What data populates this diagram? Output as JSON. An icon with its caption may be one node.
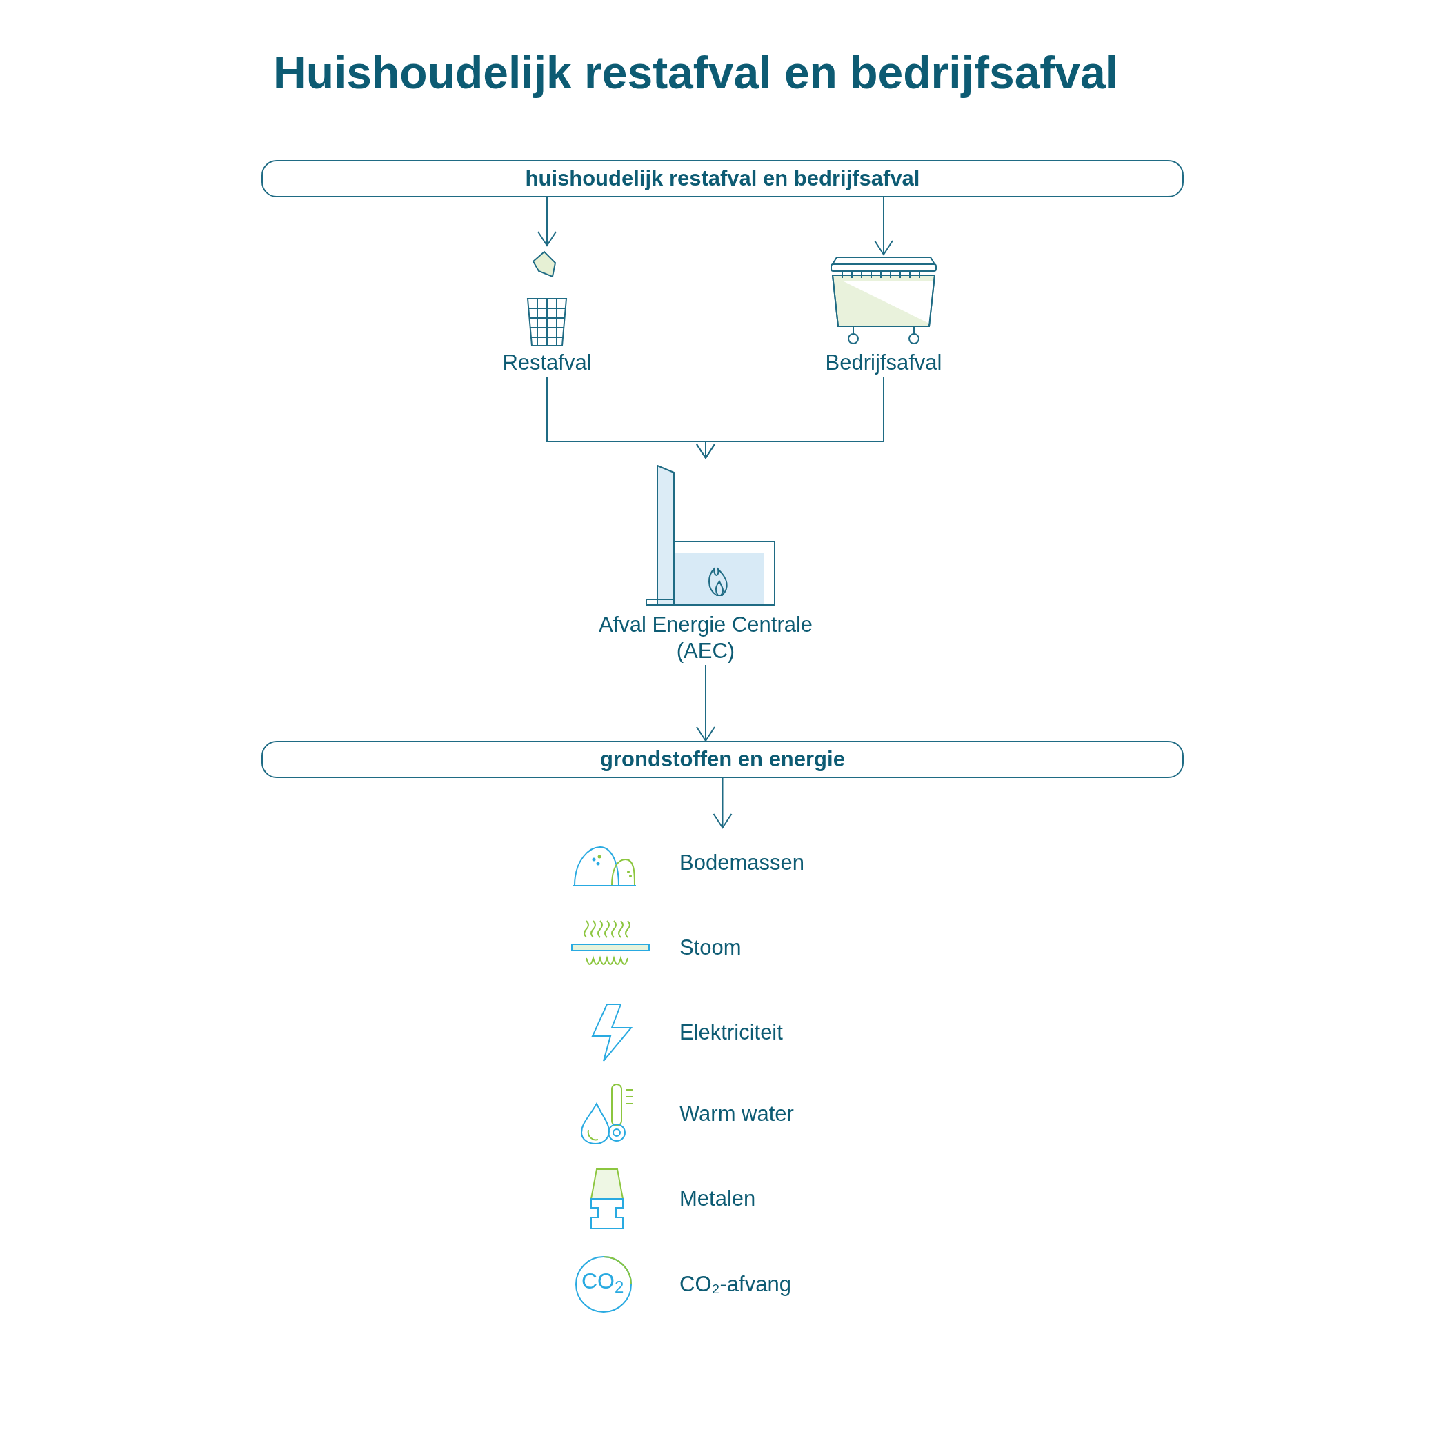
{
  "diagram": {
    "title": "Huishoudelijk restafval en bedrijfsafval",
    "nodes": [
      {
        "text": [
          "huishoudelijk restafval en bedrijfsafval"
        ]
      },
      {
        "text": [
          "Restafval"
        ]
      },
      {
        "text": [
          "Bedrijfsafval"
        ]
      },
      {
        "text": [
          "Afval Energie Centrale (AEC)"
        ]
      },
      {
        "text": [
          "grondstoffen en energie"
        ]
      },
      {
        "text": [
          "Bodemassen"
        ]
      },
      {
        "text": [
          "Stoom"
        ]
      },
      {
        "text": [
          "Elektriciteit"
        ]
      },
      {
        "text": [
          "Warm water"
        ]
      },
      {
        "text": [
          "Metalen"
        ]
      },
      {
        "text": [
          "CO₂-afvang"
        ]
      }
    ],
    "edges": [
      {
        "from": 0,
        "to": 1,
        "arrow": "to"
      },
      {
        "from": 0,
        "to": 2,
        "arrow": "to"
      },
      {
        "from": 1,
        "to": 3,
        "arrow": "to"
      },
      {
        "from": 2,
        "to": 3,
        "arrow": "to"
      },
      {
        "from": 3,
        "to": 4,
        "arrow": "to"
      },
      {
        "from": 4,
        "to": 5,
        "arrow": "to"
      }
    ],
    "labels": [
      "CO$_{2}$"
    ]
  }
}
